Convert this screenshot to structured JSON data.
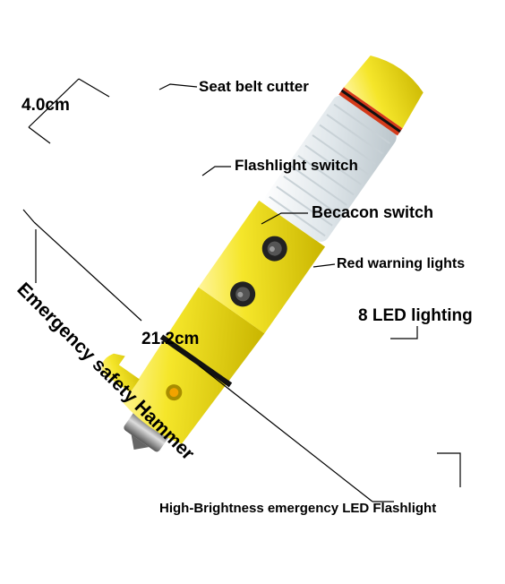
{
  "labels": {
    "width_dim": "4.0cm",
    "length_dim": "21.2cm",
    "seat_belt_cutter": "Seat belt cutter",
    "flashlight_switch": "Flashlight switch",
    "beacon_switch": "Becacon switch",
    "red_warning_lights": "Red warning lights",
    "led_lighting": "8 LED lighting",
    "hammer": "Emergency safety Hammer",
    "led_flashlight": "High-Brightness emergency LED Flashlight"
  },
  "colors": {
    "body_yellow": "#f1e21c",
    "body_shadow": "#c9b800",
    "band_black": "#111111",
    "lens_clear": "#e9eef1",
    "line_black": "#000000"
  },
  "icons": {
    "switch_top": "flashlight-switch-knob-icon",
    "switch_bottom": "beacon-switch-knob-icon"
  }
}
